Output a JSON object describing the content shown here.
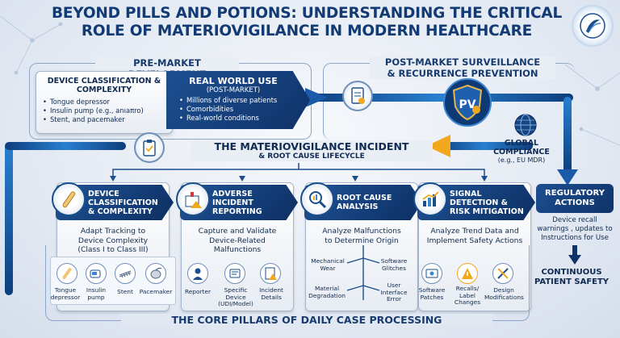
{
  "title_line1": "BEYOND PILLS AND POTIONS: UNDERSTANDING THE CRITICAL",
  "title_line2": "ROLE OF MATERIOVIGILANCE IN MODERN HEALTHCARE",
  "premarket": {
    "label": "PRE-MARKET DEVELOPMENT",
    "box_title": "DEVICE CLASSIFICATION & COMPLEXITY",
    "items": [
      "Tongue depressor",
      "Insulin pump (e.g., anıaπro)",
      "Stent, and pacemaker"
    ]
  },
  "realworld": {
    "title": "REAL WORLD USE",
    "subtitle": "(POST-MARKET)",
    "items": [
      "Millions of diverse patients",
      "Comorbidities",
      "Real-world conditions"
    ]
  },
  "postmarket": {
    "label_line1": "POST-MARKET SURVEILLANCE",
    "label_line2": "& RECURRENCE PREVENTION",
    "shield_text": "PV"
  },
  "global": {
    "line1": "GLOBAL",
    "line2": "COMPLIANCE",
    "line3": "(e.g., EU MDR)"
  },
  "incident": {
    "title": "THE MATERIOVIGILANCE INCIDENT",
    "subtitle": "& ROOT CAUSE LIFECYCLE"
  },
  "cards": [
    {
      "title_line1": "DEVICE",
      "title_line2": "CLASSIFICATION",
      "title_line3": "& COMPLEXITY",
      "sub": [
        "Adapt Tracking to",
        "Device Complexity",
        "(Class I to Class III)"
      ],
      "icons": [
        "Tongue depressor",
        "Insulin pump",
        "Stent",
        "Pacemaker"
      ]
    },
    {
      "title_line1": "ADVERSE",
      "title_line2": "INCIDENT",
      "title_line3": "REPORTING",
      "sub": [
        "Capture and Validate",
        "Device-Related",
        "Malfunctions"
      ],
      "icons": [
        "Reporter",
        "Specific Device (UDI/Model)",
        "Incident Details"
      ]
    },
    {
      "title_line1": "ROOT CAUSE",
      "title_line2": "ANALYSIS",
      "title_line3": "",
      "sub": [
        "Analyze Malfunctions",
        "to Determine Origin"
      ],
      "causes": [
        "Mechanical Wear",
        "Software Glitches",
        "Material Degradation",
        "User Interface Error"
      ]
    },
    {
      "title_line1": "SIGNAL",
      "title_line2": "DETECTION &",
      "title_line3": "RISK MITIGATION",
      "sub": [
        "Analyze Trend Data and",
        "Implement Safety Actions"
      ],
      "icons": [
        "Software Patches",
        "Recalls/ Label Changes",
        "Design Modifications"
      ]
    }
  ],
  "regulatory": {
    "title_line1": "REGULATORY",
    "title_line2": "ACTIONS",
    "text": [
      "Device recall",
      "warnings , updates to",
      "Instructions for Use"
    ]
  },
  "continuous": {
    "line1": "CONTINUOUS",
    "line2": "PATIENT SAFETY"
  },
  "footer": "THE CORE PILLARS OF DAILY CASE PROCESSING",
  "colors": {
    "navy": "#0f3368",
    "accent_blue": "#2a7fd0",
    "gold": "#f2a81d",
    "frame": "#8aa6c8"
  }
}
